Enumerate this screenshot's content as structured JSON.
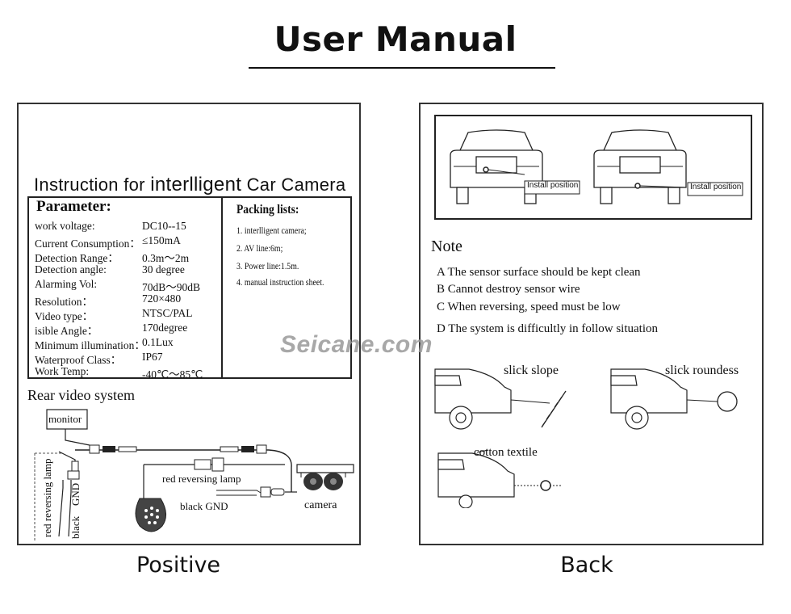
{
  "header": {
    "title": "User Manual"
  },
  "watermark": "Seicane.com",
  "left_panel": {
    "caption": "Positive",
    "instruction_title_a": "Instruction  for ",
    "instruction_title_b": "interlligent",
    "instruction_title_c": " Car Camera",
    "parameter_heading": "Parameter:",
    "parameters": [
      {
        "label": "work voltage:",
        "value": "DC10--15"
      },
      {
        "label": "Current Consumption：",
        "value": "≤150mA"
      },
      {
        "label": "Detection Range：",
        "value": "0.3m～2m"
      },
      {
        "label": "Detection angle:",
        "value": "30 degree"
      },
      {
        "label": "Alarming Vol:",
        "value": "70dB～90dB"
      },
      {
        "label": "Resolution：",
        "value": "720×480"
      },
      {
        "label": "Video type：",
        "value": "NTSC/PAL"
      },
      {
        "label": "isible Angle：",
        "value": "170degree"
      },
      {
        "label": "Minimum illumination：",
        "value": "0.1Lux"
      },
      {
        "label": "Waterproof Class：",
        "value": "IP67"
      },
      {
        "label": "Work  Temp:",
        "value": "-40℃～85℃"
      }
    ],
    "packing_heading": "Packing lists:",
    "packing_items": [
      "1. interlligent camera;",
      "2. AV line:6m;",
      "3. Power line:1.5m.",
      "4. manual instruction sheet."
    ],
    "rear_heading": "Rear video system",
    "wiring": {
      "monitor": "monitor",
      "red_reversing_lamp_v": "red reversing lamp",
      "gnd_v": "GND",
      "black_v": "black",
      "red_reversing_lamp": "red   reversing lamp",
      "black_gnd": "black    GND",
      "camera": "camera"
    }
  },
  "right_panel": {
    "caption": "Back",
    "install_label": "Install position",
    "note_heading": "Note",
    "notes": [
      "A  The sensor  surface should be kept clean",
      "B  Cannot destroy sensor wire",
      "C  When reversing, speed must be low",
      "D  The  system  is  difficultly  in follow  situation"
    ],
    "situations": {
      "slick_slope": "slick slope",
      "slick_roundess": "slick  roundess",
      "cotton_textile": "cotton textile"
    }
  }
}
